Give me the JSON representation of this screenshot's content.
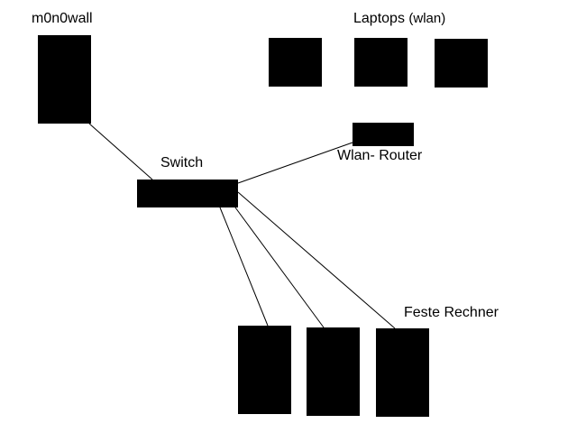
{
  "diagram": {
    "title": "Network topology",
    "labels": {
      "firewall": "m0n0wall",
      "switch": "Switch",
      "laptops": "Laptops",
      "laptops_suffix": "(wlan)",
      "router": "Wlan- Router",
      "desktops": "Feste Rechner"
    },
    "nodes": [
      {
        "id": "firewall",
        "type": "firewall"
      },
      {
        "id": "switch",
        "type": "switch"
      },
      {
        "id": "router",
        "type": "wlan-router"
      },
      {
        "id": "laptop1",
        "type": "laptop"
      },
      {
        "id": "laptop2",
        "type": "laptop"
      },
      {
        "id": "laptop3",
        "type": "laptop"
      },
      {
        "id": "pc1",
        "type": "desktop"
      },
      {
        "id": "pc2",
        "type": "desktop"
      },
      {
        "id": "pc3",
        "type": "desktop"
      }
    ],
    "edges": [
      {
        "from": "firewall",
        "to": "switch"
      },
      {
        "from": "switch",
        "to": "router"
      },
      {
        "from": "switch",
        "to": "pc1"
      },
      {
        "from": "switch",
        "to": "pc2"
      },
      {
        "from": "switch",
        "to": "pc3"
      }
    ],
    "colors": {
      "node": "#000000",
      "line": "#000000",
      "background": "#ffffff"
    }
  }
}
